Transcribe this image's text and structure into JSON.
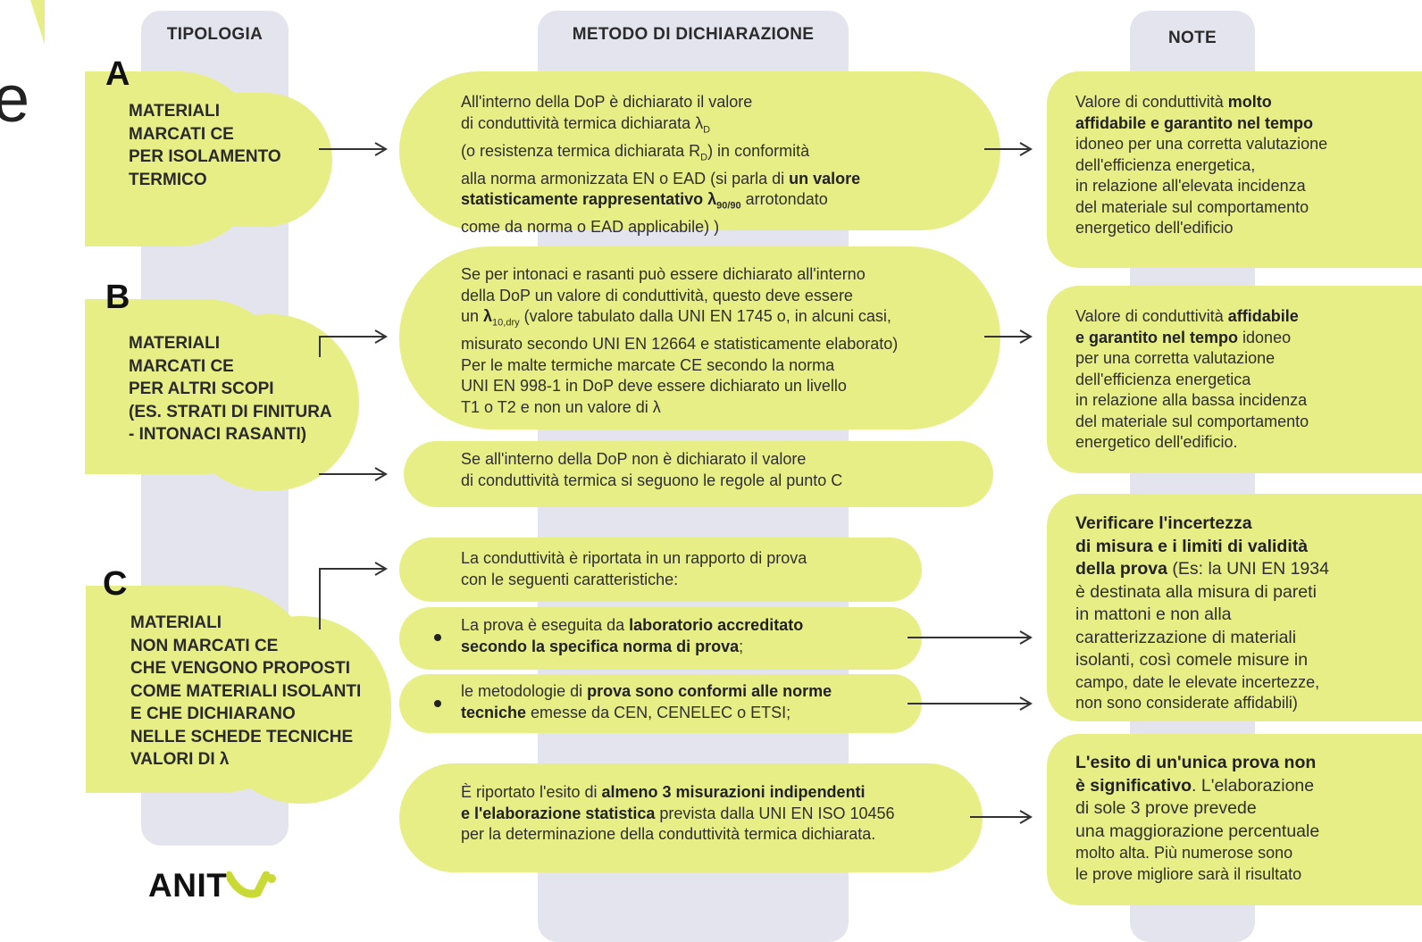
{
  "headers": {
    "tipologia": "TIPOLOGIA",
    "metodo": "METODO DI DICHIARAZIONE",
    "note": "NOTE"
  },
  "corner_letter": "e",
  "logo": {
    "text": "ANIT",
    "accent_color": "#c9d936"
  },
  "colors": {
    "accent": "#e8ee86",
    "column_bg": "#e4e4ee",
    "arrow": "#333333"
  },
  "tipologia": {
    "a": {
      "letter": "A",
      "lines": [
        "MATERIALI",
        "MARCATI CE",
        "PER ISOLAMENTO",
        "TERMICO"
      ]
    },
    "b": {
      "letter": "B",
      "lines": [
        "MATERIALI",
        "MARCATI CE",
        "PER ALTRI SCOPI",
        "(ES. STRATI DI FINITURA",
        "- INTONACI RASANTI)"
      ]
    },
    "c": {
      "letter": "C",
      "lines": [
        "MATERIALI",
        "NON MARCATI CE",
        "CHE VENGONO PROPOSTI",
        "COME MATERIALI ISOLANTI",
        "E CHE DICHIARANO",
        "NELLE SCHEDE TECNICHE",
        "VALORI DI λ"
      ]
    }
  },
  "metodo": {
    "a": {
      "l1": "All'interno della DoP è dichiarato il valore",
      "l2": "di conduttività termica dichiarata λ",
      "l2_sub": "D",
      "l3a": "(o resistenza termica dichiarata R",
      "l3_sub": "D",
      "l3b": ") in conformità",
      "l4a": "alla norma armonizzata EN o EAD (si parla di ",
      "l4b": "un valore",
      "l5a": "statisticamente rappresentativo λ",
      "l5_sub": "90/90",
      "l5b": " arrotondato",
      "l6": "come da norma o EAD applicabile) )"
    },
    "b1": {
      "l1": "Se per intonaci e rasanti può essere dichiarato all'interno",
      "l2": "della DoP un valore di conduttività, questo deve essere",
      "l3a": "un ",
      "l3_lambda": "λ",
      "l3_sub": "10,dry",
      "l3b": " (valore tabulato dalla UNI EN 1745 o, in alcuni casi,",
      "l4": "misurato secondo UNI EN 12664 e statisticamente elaborato)",
      "l5": "Per le malte termiche marcate CE secondo la norma",
      "l6": "UNI EN 998-1 in DoP deve essere dichiarato un livello",
      "l7": "T1 o T2 e non un valore di λ"
    },
    "b2": {
      "l1": "Se all'interno della DoP non è dichiarato il valore",
      "l2": "di conduttività termica si seguono le regole al punto C"
    },
    "c1": {
      "l1": "La conduttività è riportata in un rapporto di prova",
      "l2": "con le seguenti caratteristiche:"
    },
    "c2": {
      "l1a": "La prova è eseguita da ",
      "l1b": "laboratorio accreditato",
      "l2b": "secondo la specifica norma di prova",
      "l2c": ";"
    },
    "c3": {
      "l1a": "le metodologie di ",
      "l1b": "prova sono conformi alle norme",
      "l2b": "tecniche",
      "l2c": " emesse da CEN, CENELEC o ETSI;"
    },
    "c4": {
      "l1a": "È riportato l'esito di ",
      "l1b": "almeno 3 misurazioni indipendenti",
      "l2b": "e l'elaborazione statistica",
      "l2c": " prevista dalla UNI EN ISO 10456",
      "l3": "per la determinazione della conduttività termica dichiarata."
    }
  },
  "note": {
    "a": {
      "l1a": "Valore di conduttività ",
      "l1b": "molto",
      "l2b": "affidabile e garantito nel tempo",
      "l3": "idoneo per una corretta valutazione",
      "l4": "dell'efficienza energetica,",
      "l5": "in relazione all'elevata incidenza",
      "l6": "del materiale sul comportamento",
      "l7": "energetico dell'edificio"
    },
    "b": {
      "l1a": "Valore di conduttività ",
      "l1b": "affidabile",
      "l2b": "e garantito nel tempo",
      "l2c": " idoneo",
      "l3": "per una corretta valutazione",
      "l4": "dell'efficienza energetica",
      "l5": "in relazione alla bassa incidenza",
      "l6": "del materiale sul comportamento",
      "l7": "energetico dell'edificio."
    },
    "c1": {
      "l1b": "Verificare l'incertezza",
      "l2b": "di misura e i limiti di validità",
      "l3b": "della prova",
      "l3c": " (Es: la UNI EN 1934",
      "l4": "è destinata alla misura di pareti",
      "l5": "in mattoni e non alla",
      "l6": "caratterizzazione di materiali",
      "l7": "isolanti, così comele misure in",
      "l8": "campo, date le elevate incertezze,",
      "l9": "non sono considerate affidabili)"
    },
    "c2": {
      "l1b": "L'esito di un'unica prova non",
      "l2b": "è significativo",
      "l2c": ". L'elaborazione",
      "l3": "di sole 3 prove prevede",
      "l4": "una maggiorazione percentuale",
      "l5": "molto alta. Più numerose sono",
      "l6": "le prove migliore sarà il risultato"
    }
  }
}
